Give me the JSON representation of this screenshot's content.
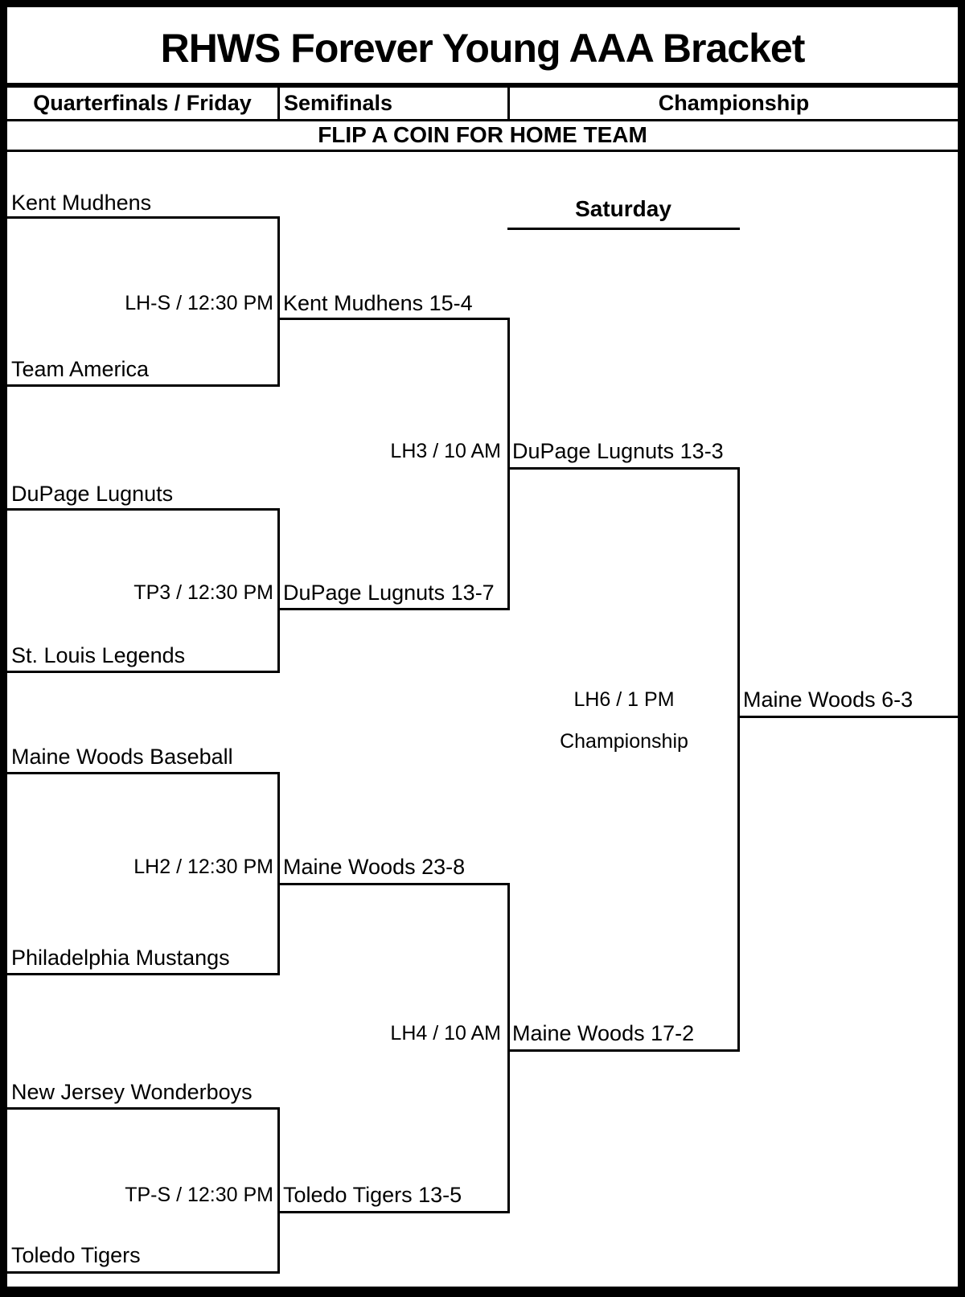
{
  "page": {
    "title": "RHWS Forever Young AAA Bracket",
    "headers": {
      "col1": "Quarterfinals / Friday",
      "col2": "Semifinals",
      "col3": "Championship"
    },
    "banner": "FLIP A COIN FOR HOME TEAM",
    "saturday": "Saturday"
  },
  "bracket": {
    "qf": [
      {
        "top": "Kent Mudhens",
        "bottom": "Team America",
        "time": "LH-S / 12:30 PM",
        "winner": "Kent Mudhens 15-4"
      },
      {
        "top": "DuPage Lugnuts",
        "bottom": "St. Louis Legends",
        "time": "TP3 / 12:30 PM",
        "winner": "DuPage Lugnuts 13-7"
      },
      {
        "top": "Maine Woods Baseball",
        "bottom": "Philadelphia Mustangs",
        "time": "LH2 / 12:30 PM",
        "winner": "Maine Woods 23-8"
      },
      {
        "top": "New Jersey Wonderboys",
        "bottom": "Toledo Tigers",
        "time": "TP-S / 12:30 PM",
        "winner": "Toledo Tigers 13-5"
      }
    ],
    "sf": [
      {
        "time": "LH3 / 10 AM",
        "winner": "DuPage Lugnuts 13-3"
      },
      {
        "time": "LH4 / 10 AM",
        "winner": "Maine Woods 17-2"
      }
    ],
    "final": {
      "time": "LH6 / 1 PM",
      "label": "Championship",
      "winner": "Maine Woods 6-3"
    }
  }
}
